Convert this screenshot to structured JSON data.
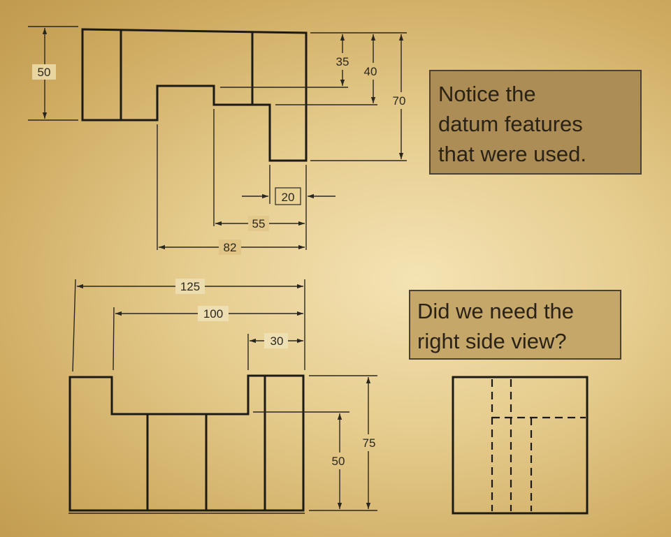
{
  "dimensions": {
    "top_height_50": "50",
    "depth_35": "35",
    "depth_40": "40",
    "depth_70": "70",
    "width_20": "20",
    "width_55": "55",
    "width_82": "82",
    "length_125": "125",
    "length_100": "100",
    "length_30": "30",
    "height_75": "75",
    "height_50": "50"
  },
  "notes": {
    "datum": [
      "Notice the",
      "datum features",
      "that were used."
    ],
    "right_side": [
      "Did we need the",
      "right side view?"
    ]
  }
}
